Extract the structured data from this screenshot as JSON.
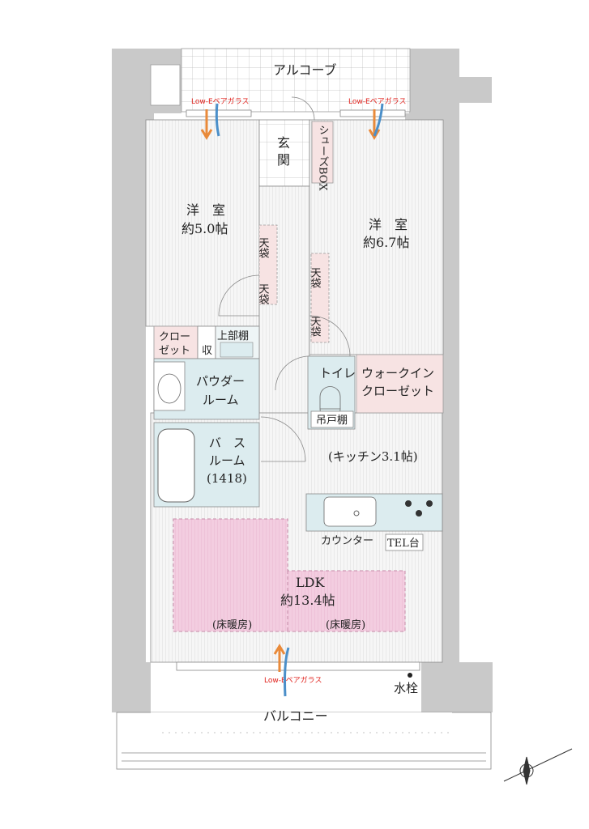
{
  "rooms": {
    "alcove": "アルコーブ",
    "entrance": "玄\n関",
    "shoe_box": "シューズBOX",
    "western_room_left": {
      "name": "洋　室",
      "size": "約5.0帖"
    },
    "western_room_right": {
      "name": "洋　室",
      "size": "約6.7帖"
    },
    "upper_storage_1": "天袋",
    "upper_storage_2": "天袋",
    "upper_storage_3": "天袋",
    "upper_storage_4": "天袋",
    "closet": "クロー\nゼット",
    "upper_shelf": "上部棚",
    "storage": "収",
    "powder_room": "パウダー\nルーム",
    "toilet": "トイレ",
    "hanging_cabinet": "吊戸棚",
    "walk_in_closet": "ウォークイン\nクローゼット",
    "bathroom": "バス\nルーム\n(1418)",
    "kitchen": "(キッチン3.1帖)",
    "counter": "カウンター",
    "tel_stand": "TEL台",
    "ldk": {
      "name": "LDK",
      "size": "約13.4帖"
    },
    "floor_heating_1": "(床暖房)",
    "floor_heating_2": "(床暖房)",
    "water_tap": "水栓",
    "balcony": "バルコニー"
  },
  "glass_labels": [
    "Low-Eペアガラス",
    "Low-Eペアガラス",
    "Low-Eペアガラス"
  ],
  "colors": {
    "wall": "#c9c9c9",
    "wet_area": "#dcecef",
    "floor_heating": "#f1c9dd",
    "closet": "#f7e3e3",
    "arrow_warm": "#e98a3a",
    "arrow_cool": "#4b8fc9",
    "glass_text": "#e0201b"
  },
  "icons": [
    "compass-icon",
    "stove-icon",
    "sink-icon",
    "bathtub-icon",
    "toilet-icon",
    "washbasin-icon"
  ]
}
